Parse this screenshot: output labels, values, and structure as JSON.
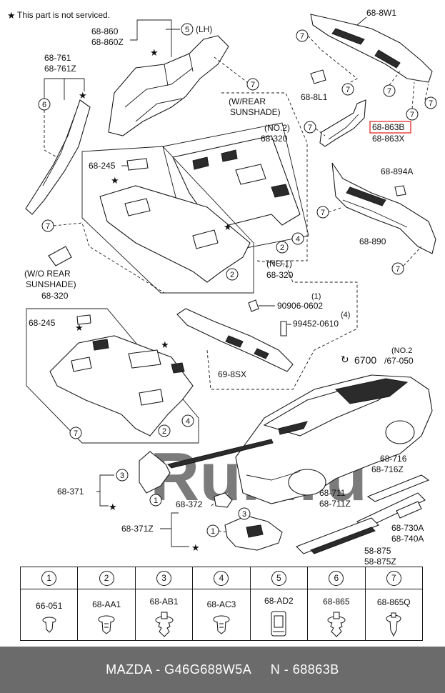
{
  "note": {
    "star": "★",
    "text": "This part is not serviced."
  },
  "labels": {
    "l_68_860": "68-860",
    "l_68_860z": "68-860Z",
    "lh": "(LH)",
    "l_68_761": "68-761",
    "l_68_761z": "68-761Z",
    "rear_sunshade_1": "(W/REAR",
    "rear_sunshade_2": "SUNSHADE)",
    "no2_a": "(NO.2)",
    "l_68_320_a": "68-320",
    "l_68_245_a": "68-245",
    "no1": "(NO.1)",
    "l_68_320_b": "68-320",
    "wo_sunshade_1": "(W/O REAR",
    "wo_sunshade_2": "SUNSHADE)",
    "l_68_320_c": "68-320",
    "l_68_245_b": "68-245",
    "l_68_8w1": "68-8W1",
    "l_68_8l1": "68-8L1",
    "l_68_863b": "68-863B",
    "l_68_863x": "68-863X",
    "l_68_894a": "68-894A",
    "l_68_890": "68-890",
    "qty1": "(1)",
    "l_90906": "90906-0602",
    "qty4": "(4)",
    "l_99452": "99452-0610",
    "l_6700": "6700",
    "no2_b": "(NO.2",
    "l_67_050": "/67-050",
    "l_69_8sx": "69-8SX",
    "l_68_716": "68-716",
    "l_68_716z": "68-716Z",
    "l_68_711": "68-711",
    "l_68_711z": "68-711Z",
    "l_68_730a": "68-730A",
    "l_68_740a": "68-740A",
    "l_58_875": "58-875",
    "l_58_875z": "58-875Z",
    "l_68_371": "68-371",
    "l_68_371z": "68-371Z",
    "l_68_372": "68-372",
    "watermark": "Ruli.ru"
  },
  "callouts": {
    "c1": "1",
    "c2": "2",
    "c3": "3",
    "c4": "4",
    "c5": "5",
    "c6": "6",
    "c7": "7"
  },
  "legend": [
    {
      "num": "1",
      "code": "66-051",
      "icon": "push-clip-icon"
    },
    {
      "num": "2",
      "code": "68-AA1",
      "icon": "push-rivet-icon"
    },
    {
      "num": "3",
      "code": "68-AB1",
      "icon": "fir-tree-clip-icon"
    },
    {
      "num": "4",
      "code": "68-AC3",
      "icon": "push-rivet-icon"
    },
    {
      "num": "5",
      "code": "68-AD2",
      "icon": "retainer-clip-icon"
    },
    {
      "num": "6",
      "code": "68-865",
      "icon": "fir-tree-clip-icon"
    },
    {
      "num": "7",
      "code": "68-865Q",
      "icon": "push-pin-icon"
    }
  ],
  "footer": {
    "text": "MAZDA - G46G688W5A     N - 68863B"
  },
  "colors": {
    "highlight": "#e53935",
    "footer_bg": "#6b6b6b"
  }
}
